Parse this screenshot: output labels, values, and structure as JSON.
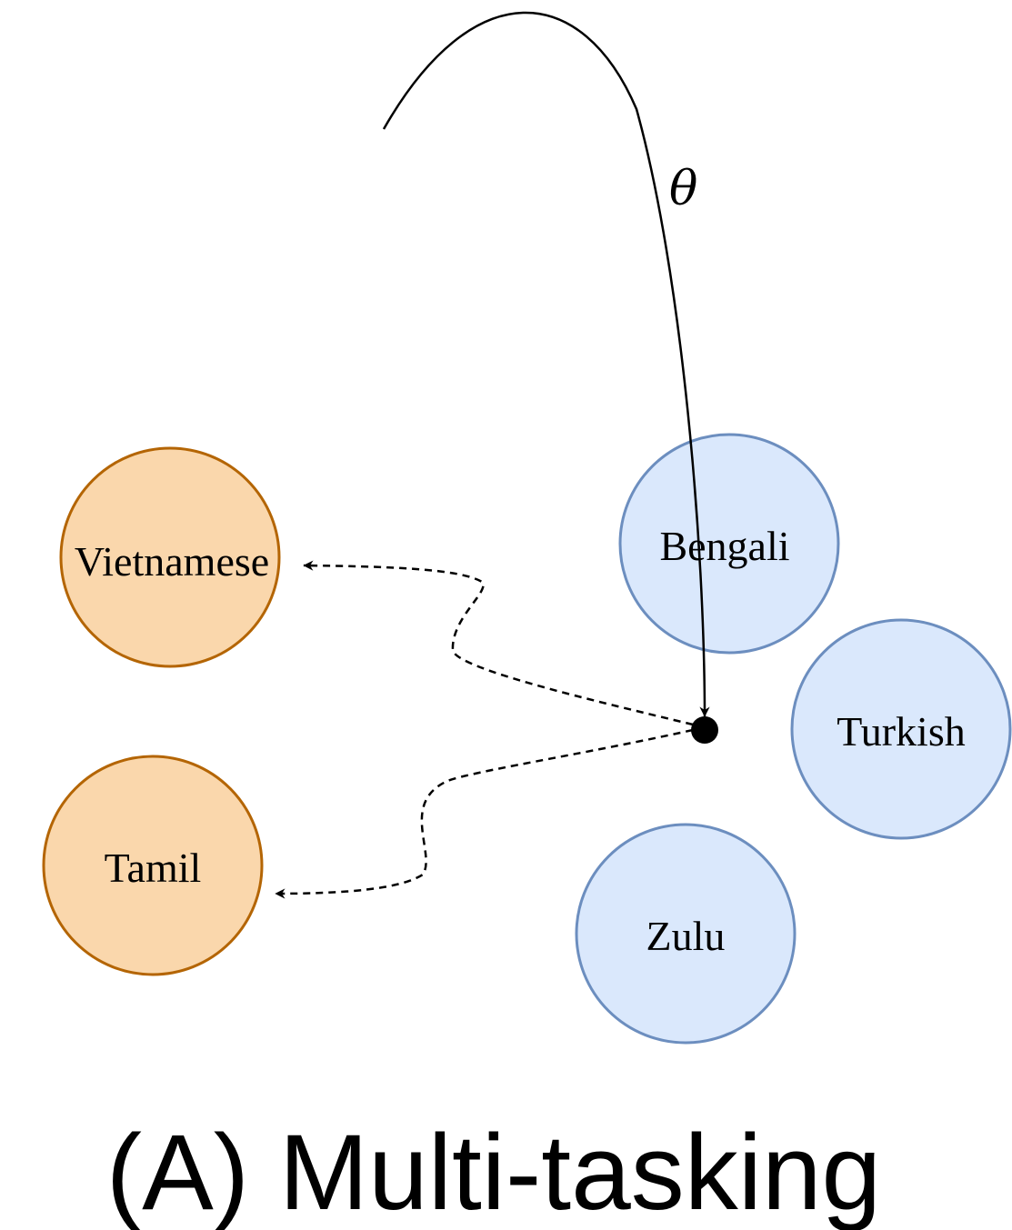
{
  "diagram": {
    "theta_label": "θ",
    "caption": "(A) Multi-tasking",
    "colors": {
      "training_fill": "#dae8fc",
      "training_stroke": "#6c8ebf",
      "target_fill": "#fad7ac",
      "target_stroke": "#b46504",
      "line": "#000000"
    },
    "nodes": [
      {
        "id": "bengali",
        "label": "Bengali",
        "group": "training"
      },
      {
        "id": "turkish",
        "label": "Turkish",
        "group": "training"
      },
      {
        "id": "zulu",
        "label": "Zulu",
        "group": "training"
      },
      {
        "id": "vietnamese",
        "label": "Vietnamese",
        "group": "target"
      },
      {
        "id": "tamil",
        "label": "Tamil",
        "group": "target"
      }
    ],
    "edges": [
      {
        "from": "theta",
        "to": "shared-parameters",
        "style": "solid"
      },
      {
        "from": "shared-parameters",
        "to": "vietnamese",
        "style": "dashed"
      },
      {
        "from": "shared-parameters",
        "to": "tamil",
        "style": "dashed"
      }
    ]
  }
}
